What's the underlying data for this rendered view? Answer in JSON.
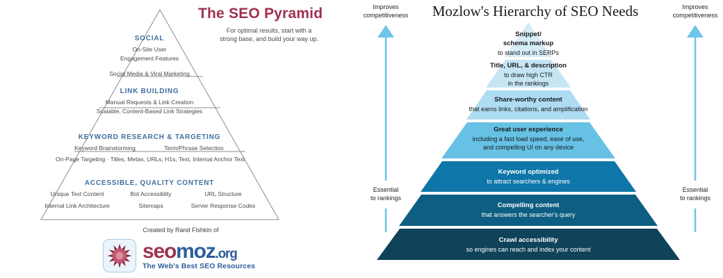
{
  "left": {
    "title": "The SEO Pyramid",
    "subtitle": "For optimal results, start with a strong base, and build your way up.",
    "tiers": [
      {
        "heading": "SOCIAL",
        "lines": [
          "On-Site User",
          "Engagement Features"
        ],
        "wide_line": "Social Media & Viral Marketing"
      },
      {
        "heading": "LINK BUILDING",
        "lines": [
          "Manual Requests & Link Creation"
        ],
        "wide_line": "Scalable, Content-Based Link Strategies"
      },
      {
        "heading": "KEYWORD RESEARCH & TARGETING",
        "cols": [
          "Keyword Brainstorming",
          "Term/Phrase Selection"
        ],
        "wide_line": "On-Page Targeting · Titles, Metas, URLs, H1s, Text, Internal Anchor Text"
      },
      {
        "heading": "ACCESSIBLE, QUALITY CONTENT",
        "cols_row1": [
          "Unique Text Content",
          "Bot Accessiblity",
          "URL Structure"
        ],
        "cols_row2": [
          "Internal Link Architecture",
          "Sitemaps",
          "Server Response Codes"
        ]
      }
    ],
    "credit": "Created by Rand Fishkin of",
    "logo": {
      "mark": "seomoz-starburst-icon",
      "word_seo": "seo",
      "word_moz": "moz",
      "word_org": ".org",
      "tagline": "The Web's Best SEO Resources"
    },
    "colors": {
      "title": "#a03050",
      "heading": "#3f6f9f",
      "body": "#4a4a4a",
      "outline": "#8c8c8c"
    }
  },
  "right": {
    "title": "Mozlow's Hierarchy of SEO Needs",
    "tiers": [
      {
        "title": "Snippet/\nschema markup",
        "title_lines": [
          "Snippet/",
          "schema markup"
        ],
        "subtitle": "to stand out in SERPs",
        "color": "#d6ecf7",
        "text_color": "#16181a"
      },
      {
        "title": "Title, URL, & description",
        "title_lines": [
          "Title, URL, & description"
        ],
        "subtitle_lines": [
          "to draw high CTR",
          "in the rankings"
        ],
        "color": "#c5e5f5",
        "text_color": "#16181a"
      },
      {
        "title": "Share-worthy content",
        "title_lines": [
          "Share-worthy content"
        ],
        "subtitle_lines": [
          "that earns links, citations, and amplification"
        ],
        "color": "#aedcf2",
        "text_color": "#16181a"
      },
      {
        "title": "Great user experience",
        "title_lines": [
          "Great user experience"
        ],
        "subtitle_lines": [
          "including a fast load speed, ease of use,",
          "and compelling UI on any device"
        ],
        "color": "#66c1e4",
        "text_color": "#16181a"
      },
      {
        "title": "Keyword optimized",
        "title_lines": [
          "Keyword optimized"
        ],
        "subtitle_lines": [
          "to attract searchers & engines"
        ],
        "color": "#0e76a8",
        "text_color": "#ffffff"
      },
      {
        "title": "Compelling content",
        "title_lines": [
          "Compelling content"
        ],
        "subtitle_lines": [
          "that answers the searcher's query"
        ],
        "color": "#0d5e82",
        "text_color": "#ffffff"
      },
      {
        "title": "Crawl accessibility",
        "title_lines": [
          "Crawl accessibility"
        ],
        "subtitle_lines": [
          "so engines can reach and index your content"
        ],
        "color": "#0f4359",
        "text_color": "#ffffff"
      }
    ],
    "arrows": {
      "top_label_lines": [
        "Improves",
        "competitiveness"
      ],
      "bottom_label_lines": [
        "Essential",
        "to rankings"
      ],
      "color": "#6dc6e8"
    }
  }
}
